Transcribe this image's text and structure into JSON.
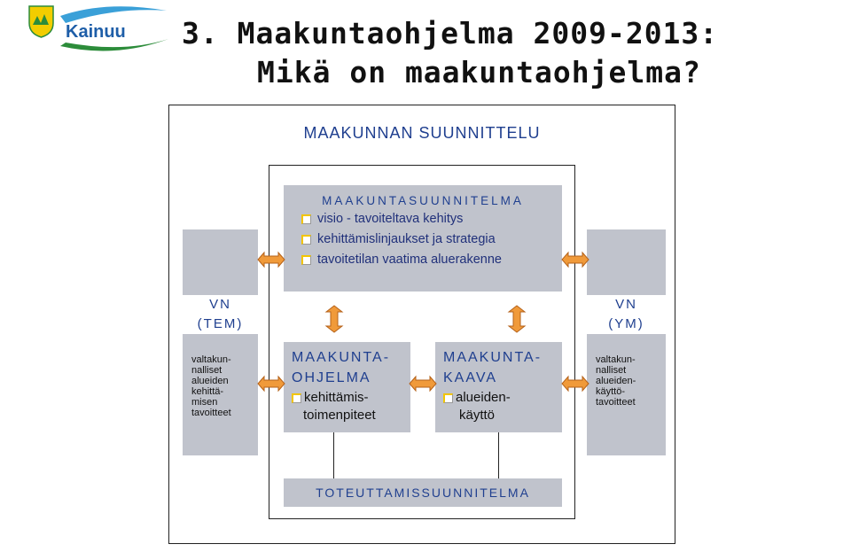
{
  "brand": {
    "logo_text": "Kainuu"
  },
  "title": {
    "line1": "3. Maakuntaohjelma 2009-2013:",
    "line2": "Mikä on maakuntaohjelma?"
  },
  "diagram": {
    "outer_label": "MAAKUNNAN SUUNNITTELU",
    "plan": {
      "title": "MAAKUNTASUUNNITELMA",
      "items": [
        "visio - tavoiteltava kehitys",
        "kehittämislinjaukset ja strategia",
        "tavoitetilan vaatima aluerakenne"
      ]
    },
    "left": {
      "title1": "VN",
      "title2": "(TEM)",
      "desc": [
        "valtakun-",
        "nalliset",
        "alueiden",
        "kehittä-",
        "misen",
        "tavoitteet"
      ]
    },
    "right": {
      "title1": "VN",
      "title2": "(YM)",
      "desc": [
        "valtakun-",
        "nalliset",
        "alueiden-",
        "käyttö-",
        "tavoitteet"
      ]
    },
    "program": {
      "title1": "MAAKUNTA-",
      "title2": "OHJELMA",
      "item1": "kehittämis-",
      "item2": "toimenpiteet"
    },
    "kaava": {
      "title1": "MAAKUNTA-",
      "title2": "KAAVA",
      "item1": "alueiden-",
      "item2": "käyttö"
    },
    "implementation": "TOTEUTTAMISSUUNNITELMA"
  },
  "colors": {
    "box": "#c0c3cc",
    "text_blue": "#1f3f8f",
    "arrow_orange": "#f09a3a"
  }
}
